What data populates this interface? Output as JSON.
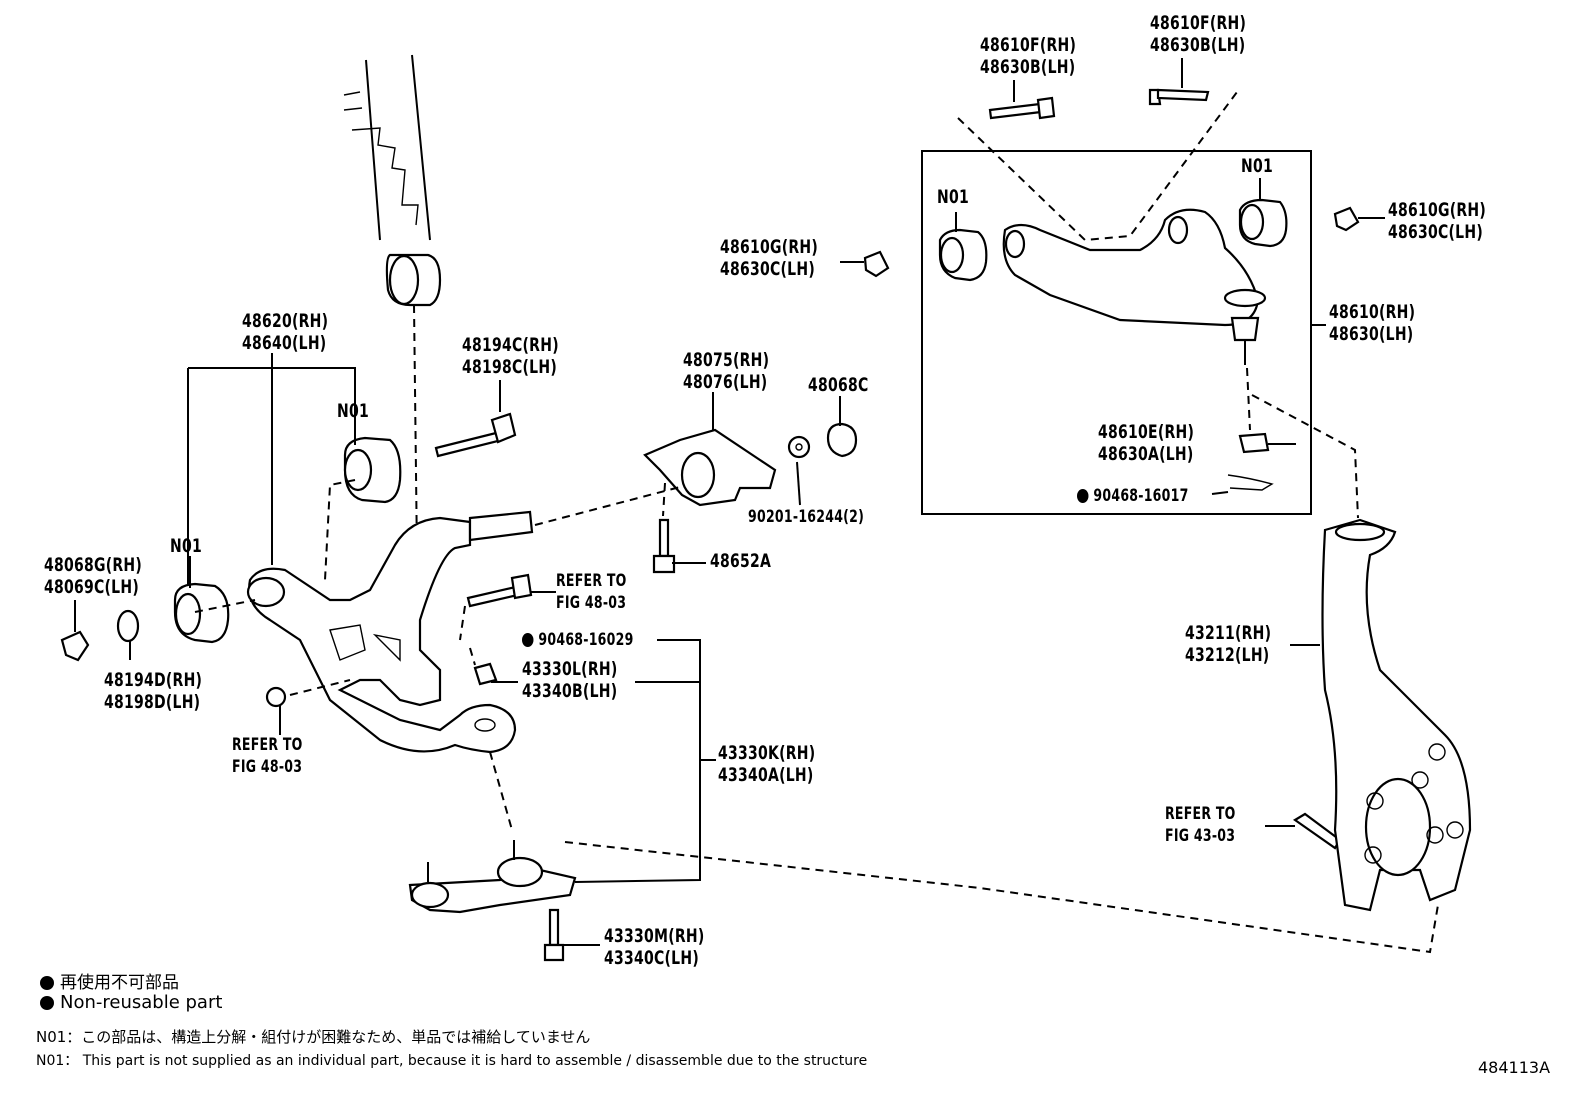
{
  "labels": {
    "p48620": [
      "48620(RH)",
      "48640(LH)"
    ],
    "p48194C": [
      "48194C(RH)",
      "48198C(LH)"
    ],
    "p48075": [
      "48075(RH)",
      "48076(LH)"
    ],
    "p48068C": "48068C",
    "p90201": "90201-16244(2)",
    "p48652A": "48652A",
    "p48068G": [
      "48068G(RH)",
      "48069C(LH)"
    ],
    "p48194D": [
      "48194D(RH)",
      "48198D(LH)"
    ],
    "refer4803a": [
      "REFER TO",
      "FIG 48-03"
    ],
    "refer4803b": [
      "REFER TO",
      "FIG 48-03"
    ],
    "p90468_16029": "90468-16029",
    "p43330L": [
      "43330L(RH)",
      "43340B(LH)"
    ],
    "p43330K": [
      "43330K(RH)",
      "43340A(LH)"
    ],
    "p43330M": [
      "43330M(RH)",
      "43340C(LH)"
    ],
    "p48610F_left": [
      "48610F(RH)",
      "48630B(LH)"
    ],
    "p48610F_right": [
      "48610F(RH)",
      "48630B(LH)"
    ],
    "p48610G_left": [
      "48610G(RH)",
      "48630C(LH)"
    ],
    "p48610G_right": [
      "48610G(RH)",
      "48630C(LH)"
    ],
    "p48610": [
      "48610(RH)",
      "48630(LH)"
    ],
    "p48610E": [
      "48610E(RH)",
      "48630A(LH)"
    ],
    "p90468_16017": "90468-16017",
    "p43211": [
      "43211(RH)",
      "43212(LH)"
    ],
    "refer4303": [
      "REFER TO",
      "FIG 43-03"
    ],
    "n01_a": "N01",
    "n01_b": "N01",
    "n01_c": "N01",
    "n01_d": "N01"
  },
  "legend": {
    "nonreusable_jp": "再使用不可部品",
    "nonreusable_en": "Non-reusable part",
    "n01_jp": "N01：この部品は、構造上分解・組付けが困難なため、単品では補給していません",
    "n01_en": "N01： This part is not supplied as an individual part, because it is hard to assemble / disassemble due to the structure"
  },
  "figure_id": "484113A"
}
